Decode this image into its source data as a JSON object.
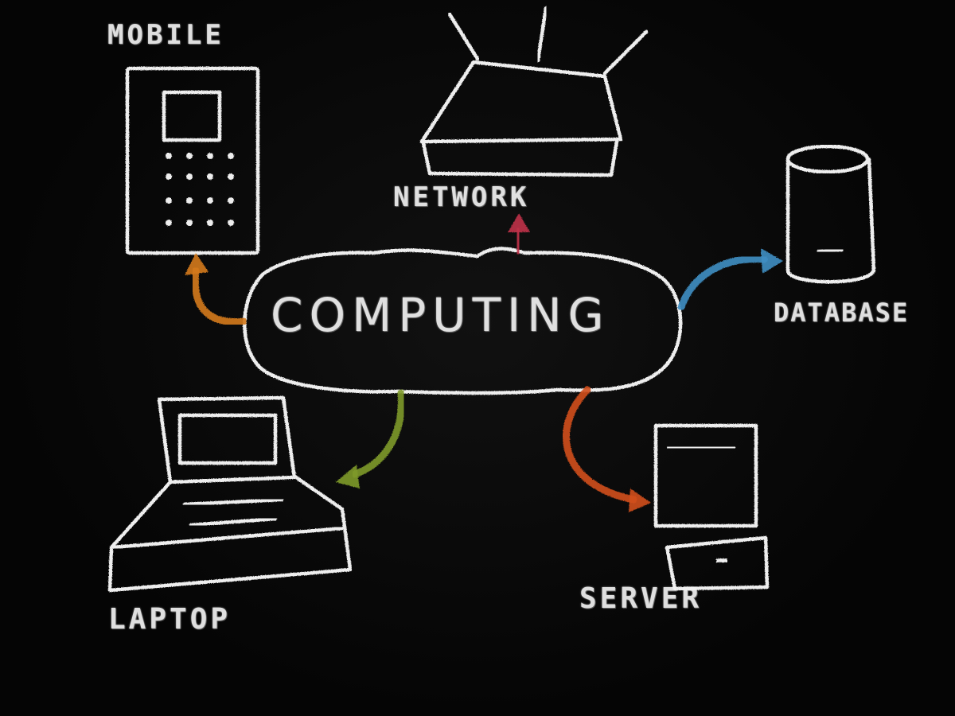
{
  "diagram": {
    "center": {
      "label": "COMPUTING"
    },
    "nodes": [
      {
        "id": "mobile",
        "label": "MOBILE",
        "arrow_color": "#d47a1c"
      },
      {
        "id": "network",
        "label": "NETWORK",
        "arrow_color": "#c0304a"
      },
      {
        "id": "database",
        "label": "DATABASE",
        "arrow_color": "#3f8fc4"
      },
      {
        "id": "laptop",
        "label": "LAPTOP",
        "arrow_color": "#7f9a2a"
      },
      {
        "id": "server",
        "label": "SERVER",
        "arrow_color": "#d2501e"
      }
    ],
    "chalk_color": "#eeeeee",
    "board_color": "#050505"
  }
}
